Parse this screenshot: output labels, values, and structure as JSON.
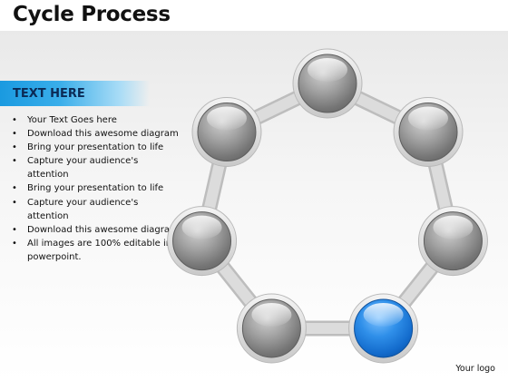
{
  "slide": {
    "title": "Cycle Process",
    "header": "TEXT HERE",
    "bullets": [
      "Your Text Goes here",
      "Download this awesome diagram",
      "Bring your presentation to life",
      "Capture your audience's attention",
      "Bring your presentation to life",
      "Capture your audience's attention",
      "Download this awesome diagram",
      "All images are 100% editable in powerpoint."
    ],
    "logo_text": "Your logo"
  },
  "diagram": {
    "type": "cycle",
    "node_count": 7,
    "highlighted_node": 3,
    "colors": {
      "accent": "#1f86e6",
      "node": "#8a8a8a",
      "ring": "#dcdcdc",
      "header_band": "#1a9ae0"
    }
  }
}
